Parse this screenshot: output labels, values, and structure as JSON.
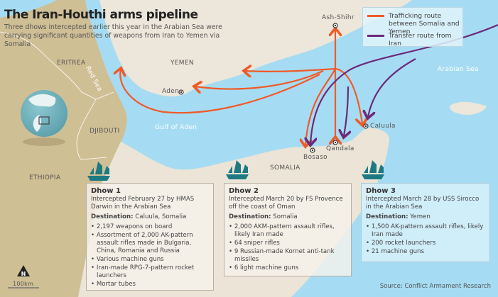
{
  "header": {
    "title": "The Iran-Houthi arms pipeline",
    "subtitle": "Three dhows intercepted earlier this year in the Arabian Sea were carrying significant quantities of weapons from Iran to Yemen via Somalia"
  },
  "legend": {
    "items": [
      {
        "label": "Trafficking route between Somalia and Yemen",
        "color": "#f05a28"
      },
      {
        "label": "Transfer route from Iran",
        "color": "#6b2a7a"
      }
    ]
  },
  "map": {
    "countries": [
      "ERITREA",
      "YEMEN",
      "DJIBOUTI",
      "ETHIOPIA",
      "SOMALIA"
    ],
    "seas": [
      "Red Sea",
      "Gulf of Aden",
      "Arabian Sea"
    ],
    "cities": [
      "Ash-Shihr",
      "Aden",
      "Caluula",
      "Bosaso",
      "Qandala"
    ],
    "scale": "100km",
    "north": "N"
  },
  "dhows": [
    {
      "title": "Dhow 1",
      "intercepted": "Intercepted February 27 by HMAS Darwin in the Arabian Sea",
      "dest_label": "Destination:",
      "destination": "Caluula, Somalia",
      "items": [
        "2,197 weapons on board",
        "Assortment of 2,000 AK-pattern assault rifles made in Bulgaria, China, Romania and Russia",
        "Various machine guns",
        "Iran-made RPG-7-pattern rocket launchers",
        "Mortar tubes"
      ]
    },
    {
      "title": "Dhow 2",
      "intercepted": "Intercepted March 20 by FS Provence off the coast of Oman",
      "dest_label": "Destination:",
      "destination": "Somalia",
      "items": [
        "2,000 AKM-pattern assault rifles, likely Iran made",
        "64 sniper rifles",
        "9 Russian-made Kornet anti-tank missiles",
        "6 light machine guns"
      ]
    },
    {
      "title": "Dhow 3",
      "intercepted": "Intercepted March 28 by USS Sirocco in the Arabian Sea",
      "dest_label": "Destination:",
      "destination": "Yemen",
      "items": [
        "1,500 AK-pattern assault rifles, likely Iran made",
        "200 rocket launchers",
        "21 machine guns"
      ]
    }
  ],
  "source": "Source: Conflict Armament Research",
  "colors": {
    "sea": "#a6dcf3",
    "land_africa": "#cfbf95",
    "land_light": "#ece5d8",
    "orange": "#f05a28",
    "purple": "#6b2a7a",
    "dhow": "#1d7a83"
  }
}
